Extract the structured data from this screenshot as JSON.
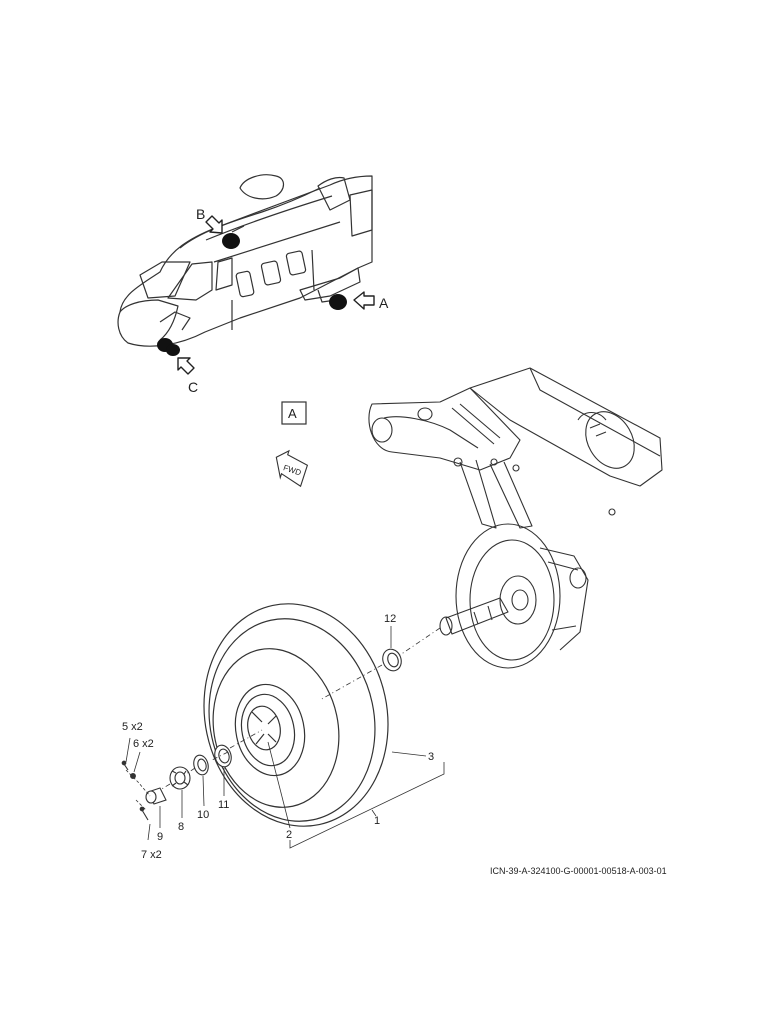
{
  "locator_labels": {
    "a": "A",
    "b": "B",
    "c": "C"
  },
  "view_box_label": "A",
  "fwd_label": "FWD",
  "callouts": {
    "item1": "1",
    "item2": "2",
    "item3": "3",
    "item5": "5 x2",
    "item6": "6 x2",
    "item7": "7 x2",
    "item8": "8",
    "item9": "9",
    "item10": "10",
    "item11": "11",
    "item12": "12"
  },
  "figure_id": "ICN-39-A-324100-G-00001-00518-A-003-01"
}
